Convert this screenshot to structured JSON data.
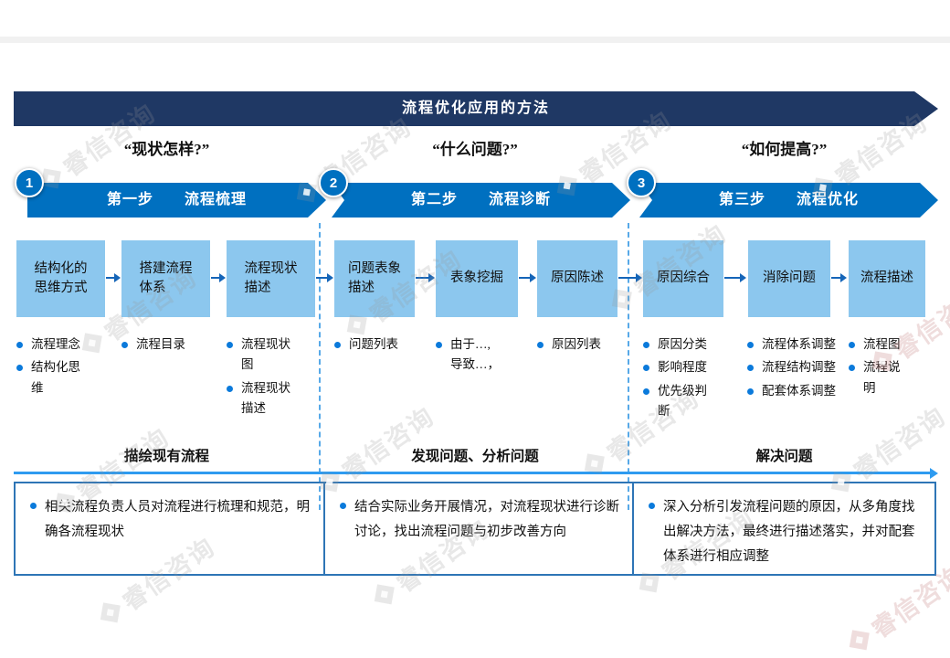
{
  "banner": {
    "title": "流程优化应用的方法"
  },
  "watermark": {
    "text": "睿信咨询"
  },
  "colors": {
    "navy": "#1F3864",
    "bar_blue": "#0070C0",
    "box_blue": "#8CC7EE",
    "accent_blue": "#2E75B6",
    "arrow_blue": "#2E9BF0"
  },
  "phases": [
    {
      "question": "“现状怎样?”",
      "step_number": "1",
      "step_label": "第一步　　流程梳理",
      "boxes": [
        "结构化的\n思维方式",
        "搭建流程\n体系",
        "流程现状\n描述"
      ],
      "bullets": [
        [
          "流程理念",
          "结构化思\n维"
        ],
        [
          "流程目录"
        ],
        [
          "流程现状\n图",
          "流程现状\n描述"
        ]
      ],
      "summary": "描绘现有流程",
      "description": "相关流程负责人员对流程进行梳理和规范，明确各流程现状"
    },
    {
      "question": "“什么问题?”",
      "step_number": "2",
      "step_label": "第二步　　流程诊断",
      "boxes": [
        "问题表象\n描述",
        "表象挖掘",
        "原因陈述"
      ],
      "bullets": [
        [
          "问题列表"
        ],
        [
          "由于…,\n导致…，"
        ],
        [
          "原因列表"
        ]
      ],
      "summary": "发现问题、分析问题",
      "description": "结合实际业务开展情况，对流程现状进行诊断讨论，找出流程问题与初步改善方向"
    },
    {
      "question": "“如何提高?”",
      "step_number": "3",
      "step_label": "第三步　　流程优化",
      "boxes": [
        "原因综合",
        "消除问题",
        "流程描述"
      ],
      "bullets": [
        [
          "原因分类",
          "影响程度",
          "优先级判\n断"
        ],
        [
          "流程体系调整",
          "流程结构调整",
          "配套体系调整"
        ],
        [
          "流程图",
          "流程说\n明"
        ]
      ],
      "summary": "解决问题",
      "description": "深入分析引发流程问题的原因，从多角度找出解决方法，最终进行描述落实，并对配套体系进行相应调整"
    }
  ]
}
